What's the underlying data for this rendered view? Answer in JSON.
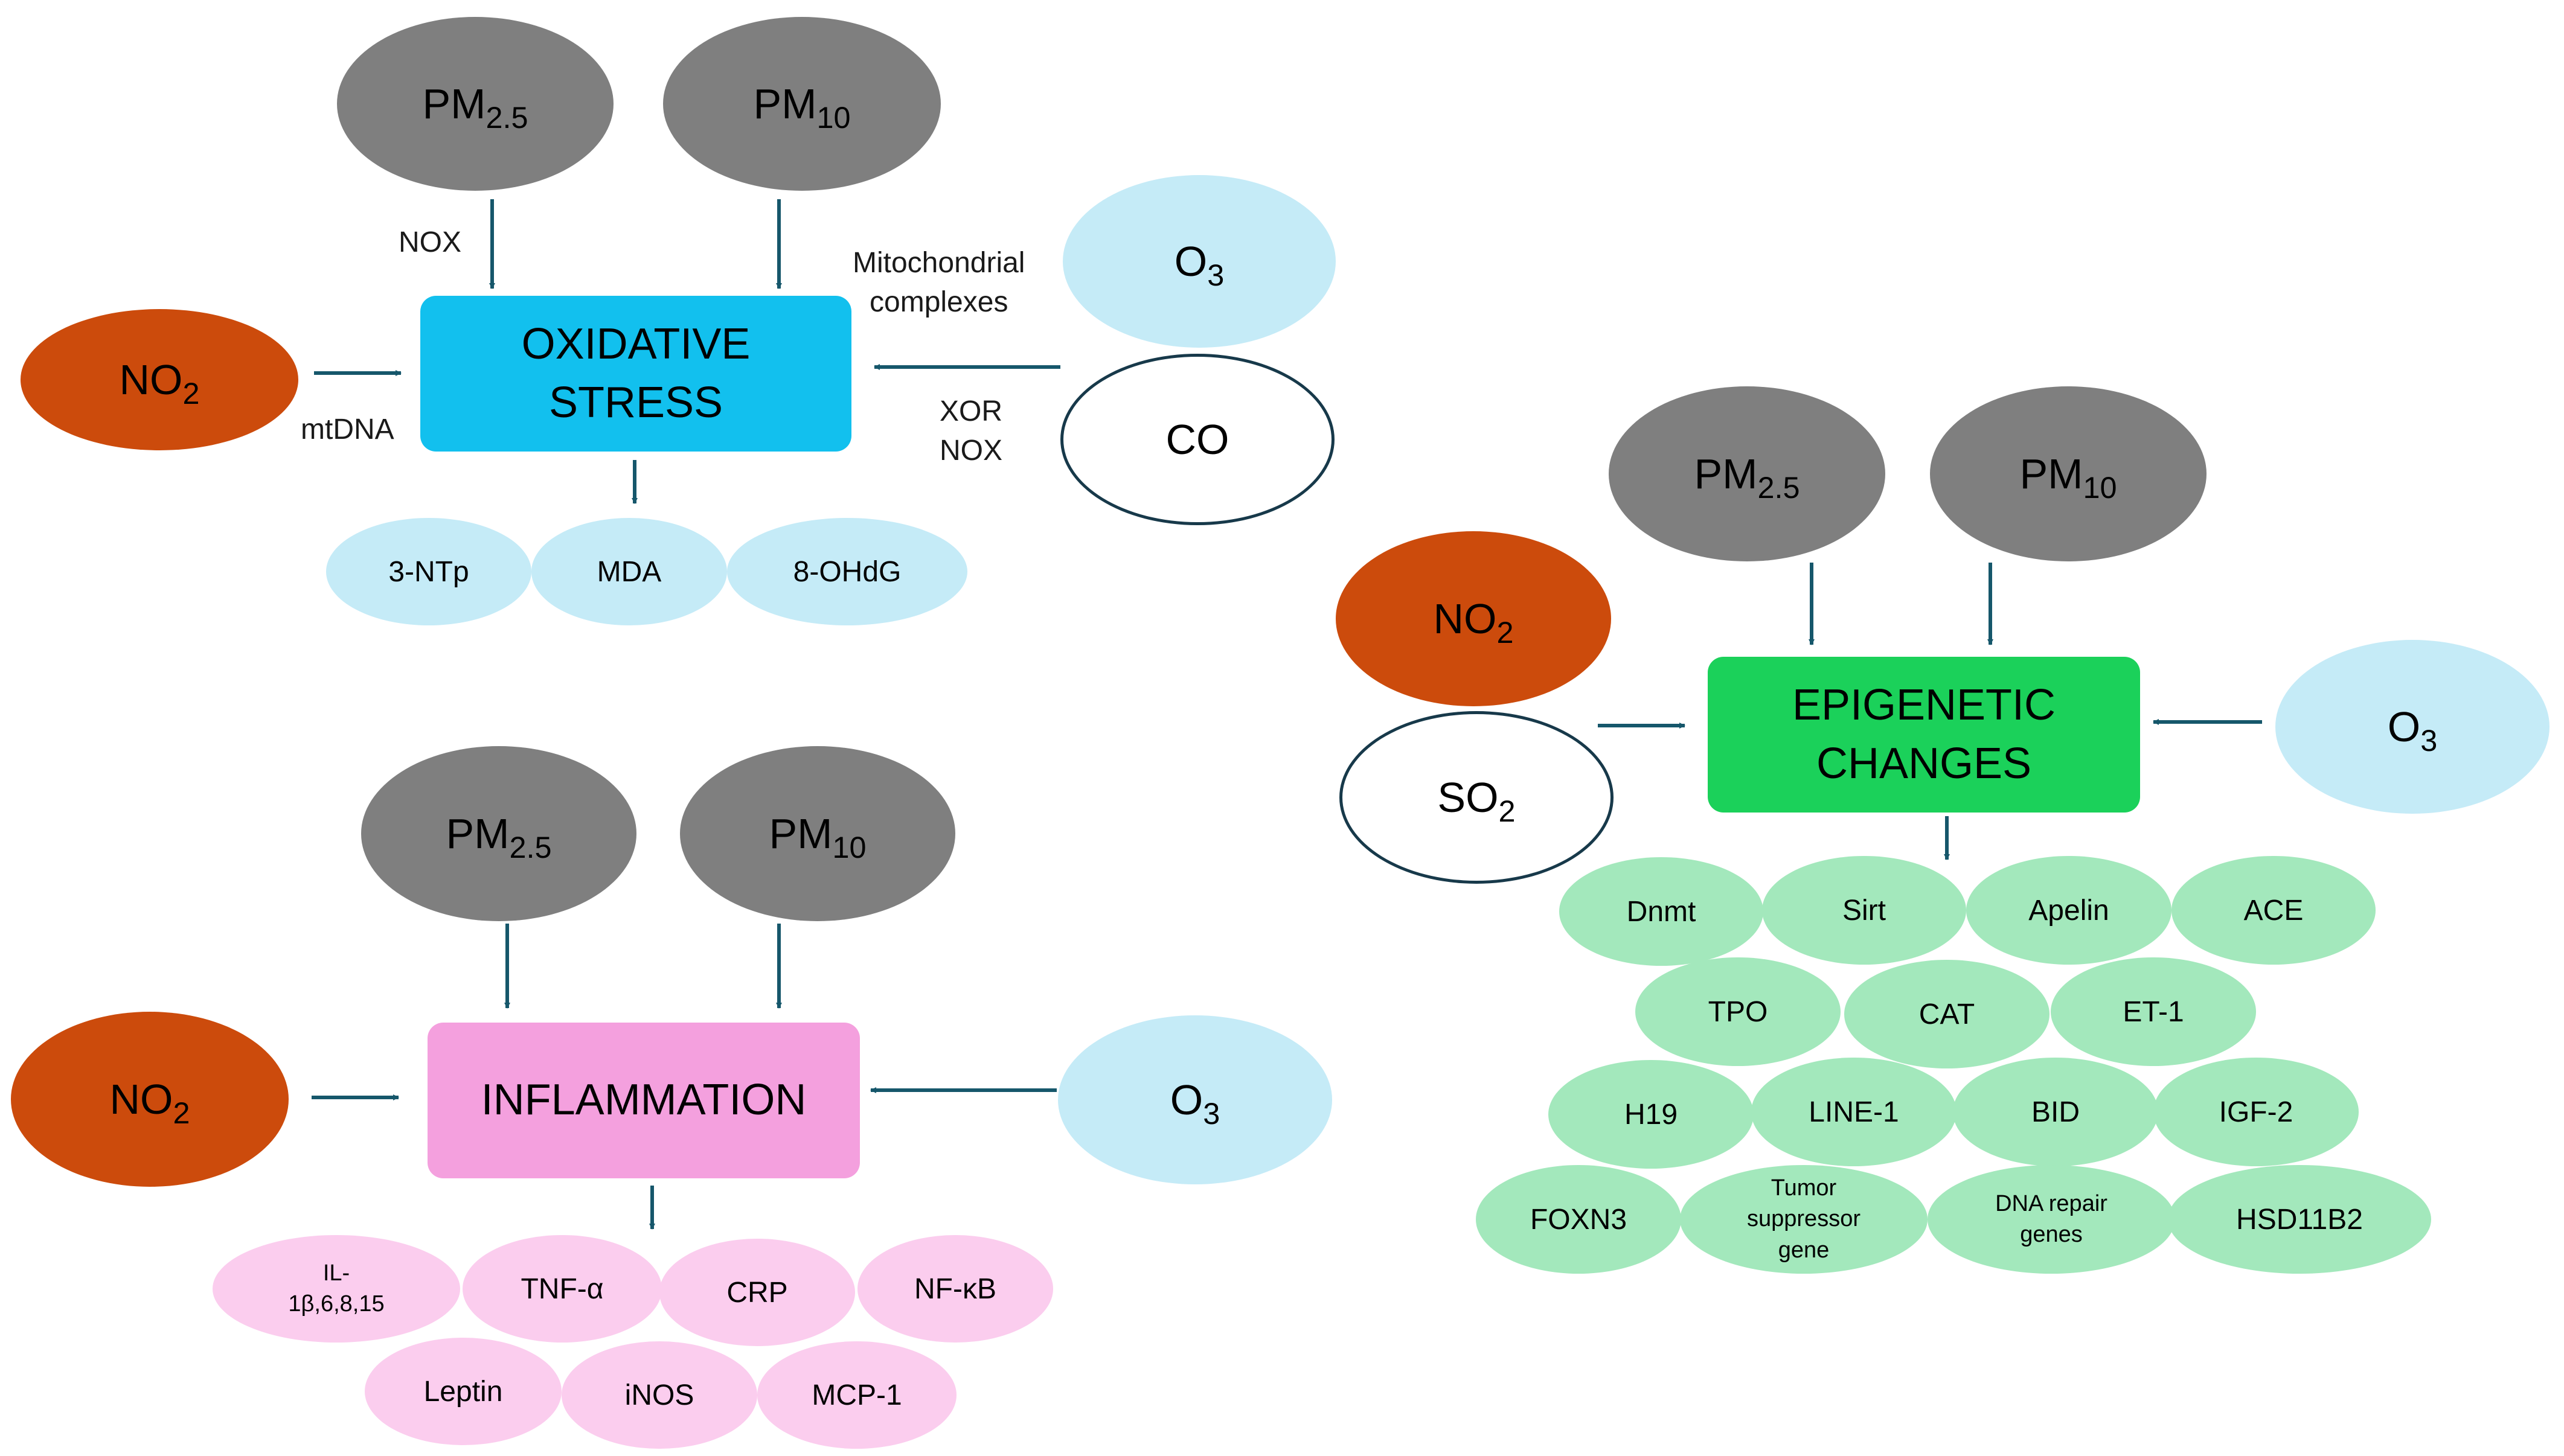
{
  "colors": {
    "particulate": "#7f7f7f",
    "no2": "#cc4b0c",
    "o3": "#c5ebf7",
    "arrow": "#16576b",
    "oxidative_stress": "#12c0ee",
    "inflammation": "#f4a0de",
    "epigenetic": "#1bd15a"
  },
  "pollutants": {
    "pm25": {
      "main": "PM",
      "sub": "2.5"
    },
    "pm10": {
      "main": "PM",
      "sub": "10"
    },
    "no2": {
      "main": "NO",
      "sub": "2"
    },
    "o3": {
      "main": "O",
      "sub": "3"
    },
    "so2": {
      "main": "SO",
      "sub": "2"
    },
    "co": "CO"
  },
  "oxidative_stress": {
    "title_line1": "OXIDATIVE",
    "title_line2": "STRESS",
    "labels": {
      "nox": "NOX",
      "mtdna": "mtDNA",
      "mito_line1": "Mitochondrial",
      "mito_line2": "complexes",
      "xor": "XOR",
      "nox2": "NOX"
    },
    "markers": [
      "3-NTp",
      "MDA",
      "8-OHdG"
    ]
  },
  "inflammation": {
    "title": "INFLAMMATION",
    "markers": [
      "IL-",
      "1β,6,8,15",
      "TNF-α",
      "CRP",
      "NF-κB",
      "Leptin",
      "iNOS",
      "MCP-1"
    ]
  },
  "epigenetic": {
    "title_line1": "EPIGENETIC",
    "title_line2": "CHANGES",
    "markers": [
      "Dnmt",
      "Sirt",
      "Apelin",
      "ACE",
      "TPO",
      "CAT",
      "ET-1",
      "H19",
      "LINE-1",
      "BID",
      "IGF-2",
      "FOXN3",
      "Tumor",
      "suppressor",
      "gene",
      "DNA repair",
      "genes",
      "HSD11B2"
    ]
  }
}
